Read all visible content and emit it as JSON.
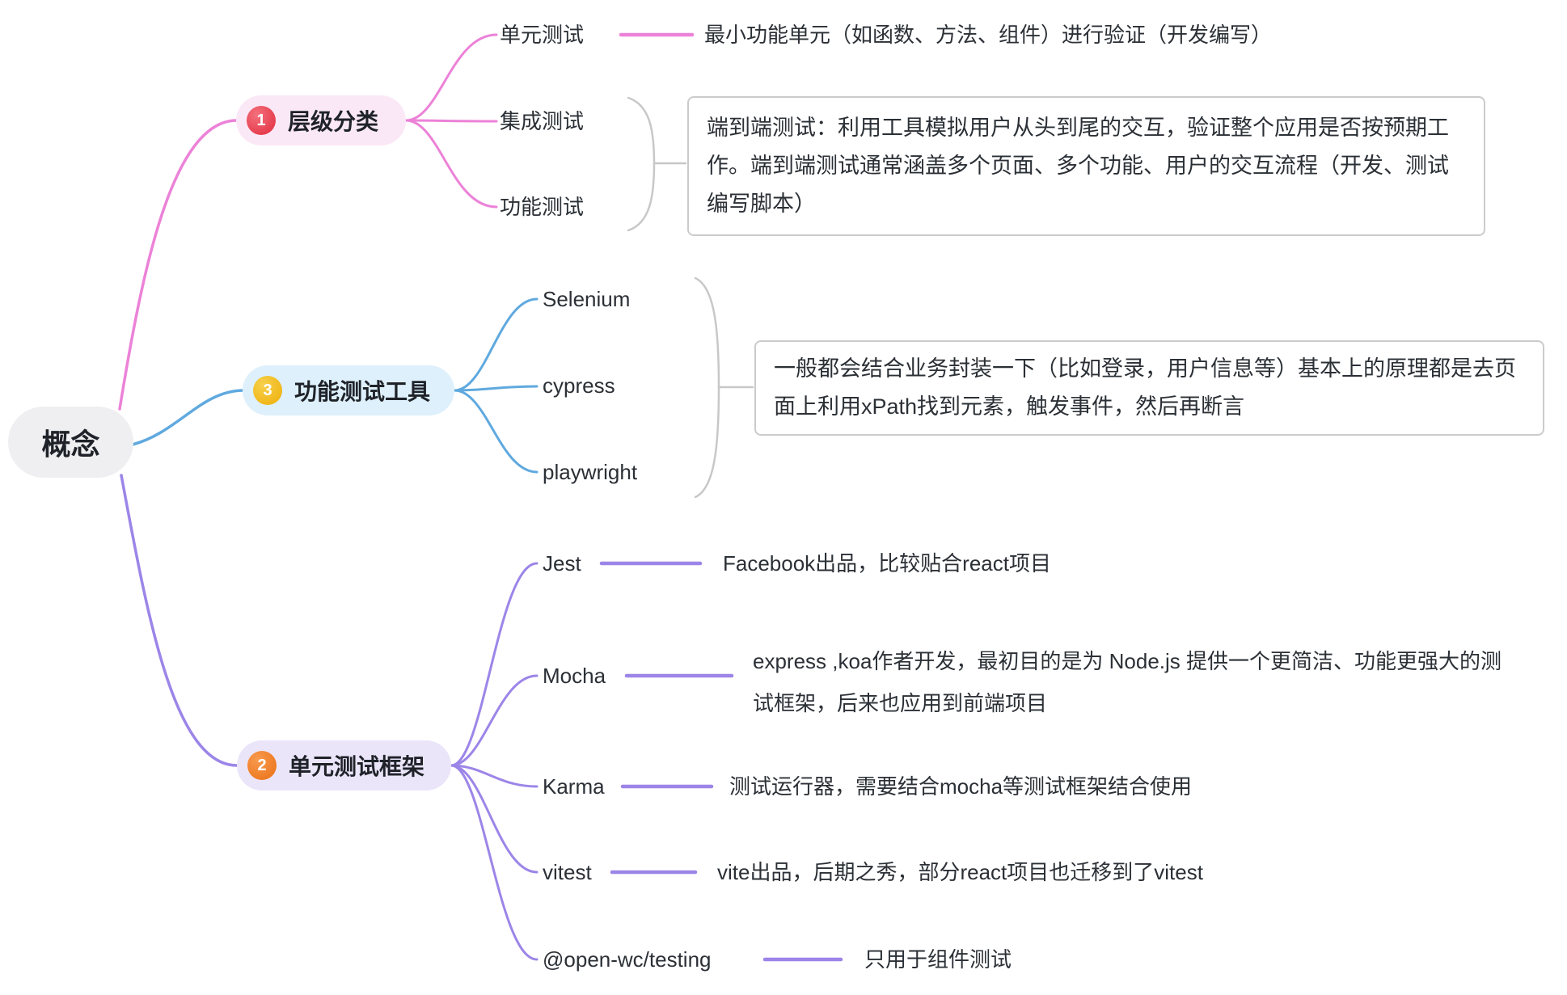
{
  "root": {
    "label": "概念"
  },
  "colors": {
    "branch_pink": "#ec82d8",
    "branch_blue": "#5fa9df",
    "branch_purple": "#9c85e8",
    "bracket_gray": "#c8c8c8",
    "node_pink_bg": "#fbe8f6",
    "node_blue_bg": "#def0fb",
    "node_purple_bg": "#ebe5fa",
    "root_bg": "#efeff1",
    "badge_red": "#e02b3d",
    "badge_yellow": "#eeae07",
    "badge_orange": "#ea6f14",
    "text_dark": "#2b3036"
  },
  "branches": [
    {
      "badge": "1",
      "label": "层级分类",
      "children": [
        {
          "label": "单元测试",
          "note": "最小功能单元（如函数、方法、组件）进行验证（开发编写）"
        },
        {
          "label": "集成测试"
        },
        {
          "label": "功能测试"
        }
      ],
      "group_note": "端到端测试：利用工具模拟用户从头到尾的交互，验证整个应用是否按预期工作。端到端测试通常涵盖多个页面、多个功能、用户的交互流程（开发、测试编写脚本）"
    },
    {
      "badge": "3",
      "label": "功能测试工具",
      "children": [
        {
          "label": "Selenium"
        },
        {
          "label": "cypress"
        },
        {
          "label": "playwright"
        }
      ],
      "group_note": "一般都会结合业务封装一下（比如登录，用户信息等）基本上的原理都是去页面上利用xPath找到元素，触发事件，然后再断言"
    },
    {
      "badge": "2",
      "label": "单元测试框架",
      "children": [
        {
          "label": "Jest",
          "note": "Facebook出品，比较贴合react项目"
        },
        {
          "label": "Mocha",
          "note": "express ,koa作者开发，最初目的是为 Node.js 提供一个更简洁、功能更强大的测试框架，后来也应用到前端项目"
        },
        {
          "label": "Karma",
          "note": "测试运行器，需要结合mocha等测试框架结合使用"
        },
        {
          "label": "vitest",
          "note": "vite出品，后期之秀，部分react项目也迁移到了vitest"
        },
        {
          "label": "@open-wc/testing",
          "note": "只用于组件测试"
        }
      ]
    }
  ]
}
